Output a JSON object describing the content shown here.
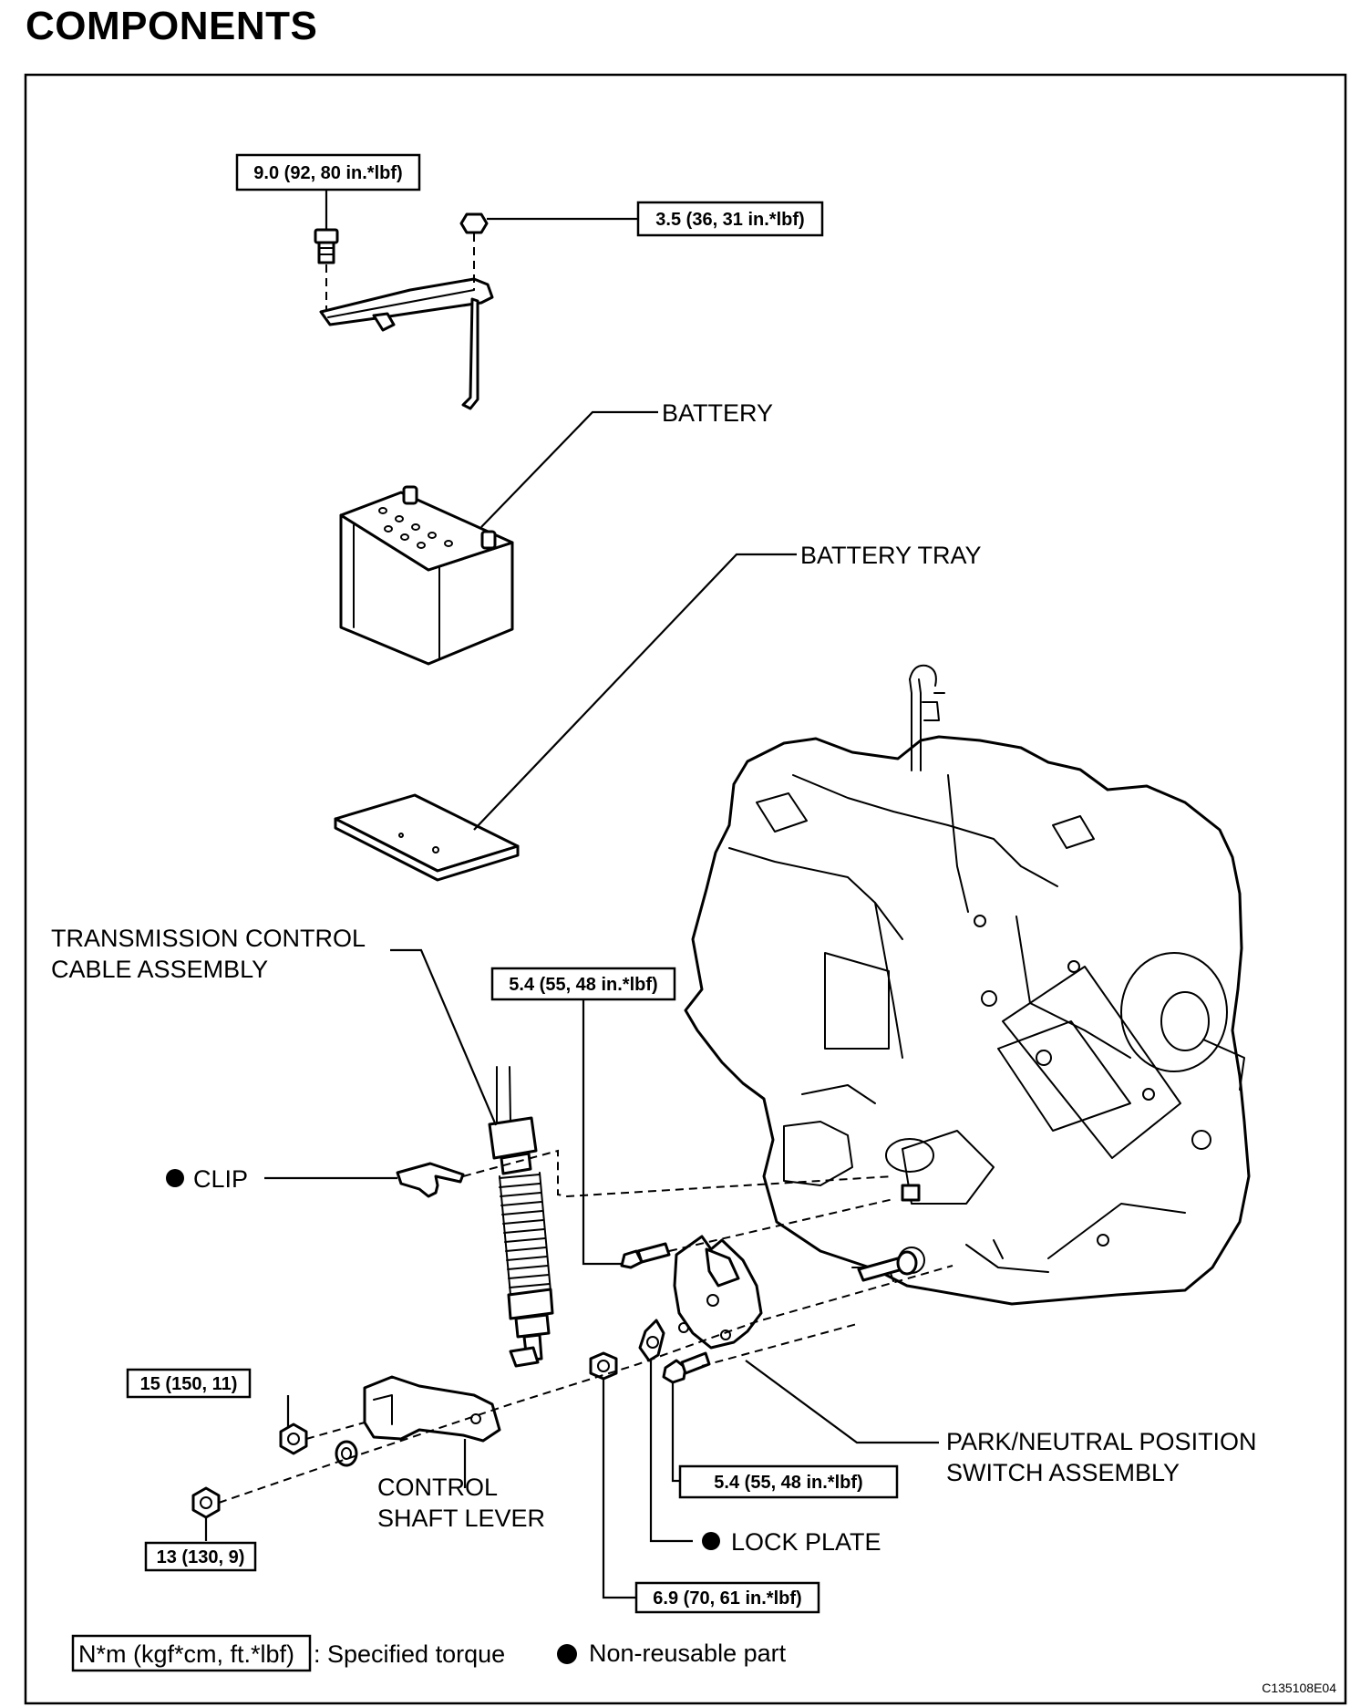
{
  "title": "COMPONENTS",
  "torques": {
    "bracket_bolt": "9.0 (92, 80 in.*lbf)",
    "bracket_nut": "3.5 (36, 31 in.*lbf)",
    "pnp_bolt_upper": "5.4 (55, 48 in.*lbf)",
    "lever_nut": "15 (150, 11)",
    "cable_nut": "13 (130, 9)",
    "pnp_bolt_lower": "5.4 (55, 48 in.*lbf)",
    "shaft_nut": "6.9 (70, 61 in.*lbf)"
  },
  "labels": {
    "battery": "BATTERY",
    "battery_tray": "BATTERY TRAY",
    "cable_line1": "TRANSMISSION CONTROL",
    "cable_line2": "CABLE ASSEMBLY",
    "clip": "CLIP",
    "lever_line1": "CONTROL",
    "lever_line2": "SHAFT LEVER",
    "pnp_line1": "PARK/NEUTRAL POSITION",
    "pnp_line2": "SWITCH ASSEMBLY",
    "lock_plate": "LOCK PLATE"
  },
  "legend": {
    "torque_unit": "N*m (kgf*cm, ft.*lbf)",
    "torque_desc": ": Specified torque",
    "nonreusable_desc": "Non-reusable part"
  },
  "figure_code": "C135108E04"
}
